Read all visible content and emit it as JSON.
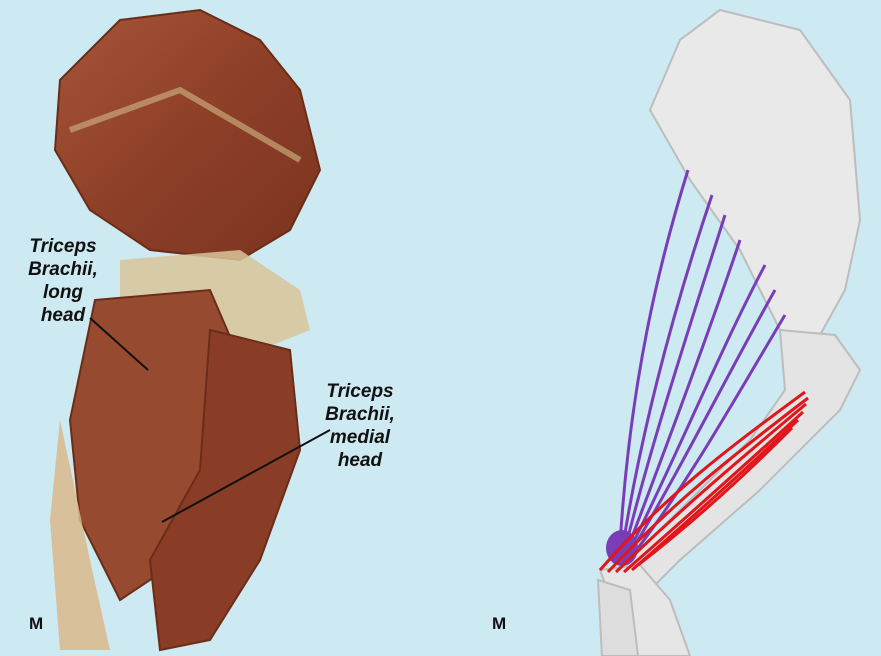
{
  "left": {
    "label_long": [
      "Triceps",
      "Brachii,",
      "long",
      "head"
    ],
    "label_medial": [
      "Triceps",
      "Brachii,",
      "medial",
      "head"
    ],
    "corner_mark": "M"
  },
  "right": {
    "corner_mark": "M"
  },
  "colors": {
    "background": "#cde9f1",
    "muscle_long_head": "#7a3db8",
    "muscle_medial_head": "#e0161b",
    "bone": "#e9e9e9",
    "tissue": "#9a4a2e"
  }
}
